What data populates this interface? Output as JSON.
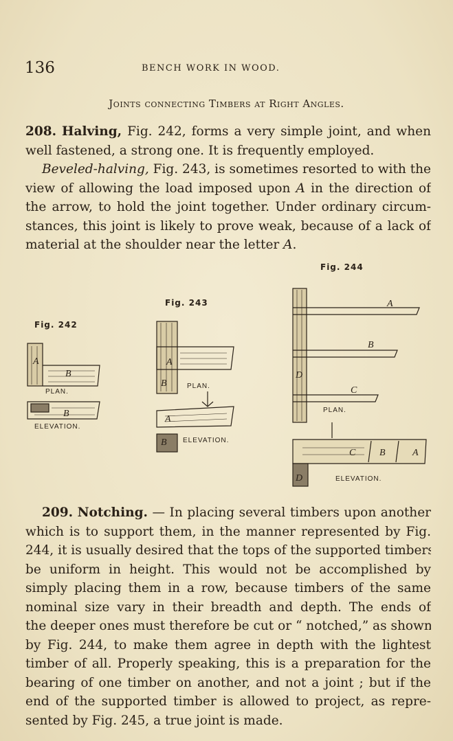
{
  "header": {
    "page_number": "136",
    "running_head": "BENCH WORK IN WOOD."
  },
  "section_title": "Joints connecting Timbers at Right Angles.",
  "para208": {
    "num": "208.",
    "heading": "Halving,",
    "lines": [
      " Fig. 242, forms a very simple joint, and when",
      "well fastened, a strong one.   It is frequently employed."
    ]
  },
  "para_beveled": {
    "lines": [
      "Beveled-halving, Fig. 243, is sometimes resorted to with the",
      "view of allowing the load imposed upon A in the direction of",
      "the arrow, to hold the joint together.  Under ordinary circum-",
      "stances, this joint is likely to prove weak, because of a lack of",
      "material at the shoulder near the letter A."
    ]
  },
  "figures": {
    "fig242": {
      "label": "Fig. 242",
      "plan": "PLAN.",
      "elevation": "ELEVATION.",
      "letters": [
        "A",
        "B",
        "B"
      ]
    },
    "fig243": {
      "label": "Fig. 243",
      "plan": "PLAN.",
      "elevation": "ELEVATION.",
      "letters": [
        "A",
        "B",
        "A",
        "B"
      ]
    },
    "fig244": {
      "label": "Fig. 244",
      "plan": "PLAN.",
      "elevation": "ELEVATION.",
      "letters": [
        "A",
        "B",
        "C",
        "D",
        "C",
        "B",
        "A",
        "D"
      ]
    }
  },
  "para209": {
    "num": "209.",
    "heading": "Notching.",
    "lines": [
      " — In placing several timbers upon another",
      "which is to support them, in the manner represented by Fig.",
      "244, it is usually desired that the tops of the supported timbers",
      "be uniform in height.  This would not be accomplished by",
      "simply placing them in a row, because timbers of the same",
      "nominal size vary in their breadth and depth.  The ends of",
      "the deeper ones must therefore be cut or “ notched,” as shown",
      "by Fig. 244, to make them agree in depth with the lightest",
      "timber of all.  Properly speaking, this is a preparation for the",
      "bearing of one timber on another, and not a joint ; but if the",
      "end of the supported timber is allowed to project, as repre-",
      "sented by Fig. 245, a true joint is made."
    ]
  }
}
